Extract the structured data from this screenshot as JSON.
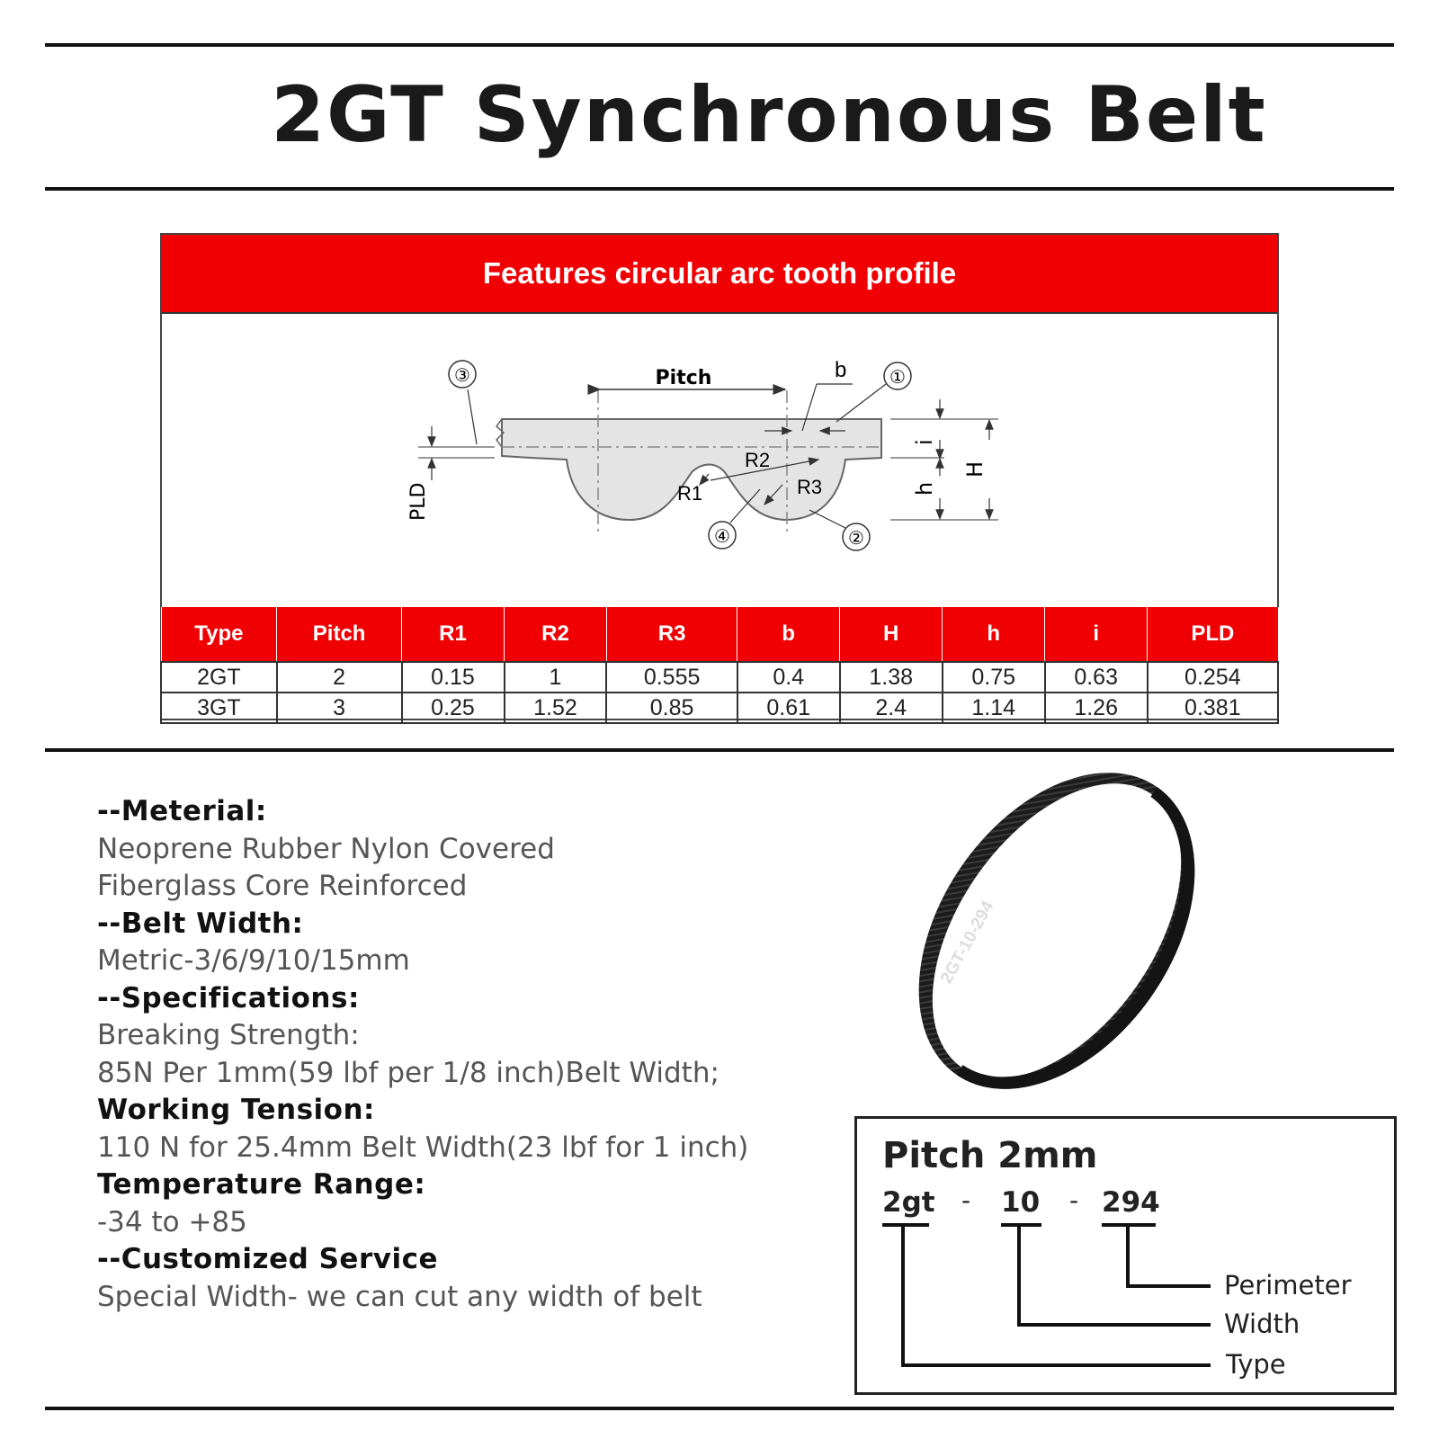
{
  "title": "2GT Synchronous Belt",
  "profile_header": "Features circular arc tooth profile",
  "diagram_labels": {
    "pitch": "Pitch",
    "b": "b",
    "r1": "R1",
    "r2": "R2",
    "r3": "R3",
    "pld": "PLD",
    "i": "i",
    "h": "h",
    "H": "H",
    "c1": "①",
    "c2": "②",
    "c3": "③",
    "c4": "④"
  },
  "spec_table": {
    "headers": [
      "Type",
      "Pitch",
      "R1",
      "R2",
      "R3",
      "b",
      "H",
      "h",
      "i",
      "PLD"
    ],
    "rows": [
      [
        "2GT",
        "2",
        "0.15",
        "1",
        "0.555",
        "0.4",
        "1.38",
        "0.75",
        "0.63",
        "0.254"
      ],
      [
        "3GT",
        "3",
        "0.25",
        "1.52",
        "0.85",
        "0.61",
        "2.4",
        "1.14",
        "1.26",
        "0.381"
      ]
    ]
  },
  "specs": [
    {
      "text": "--Meterial:",
      "kind": "head"
    },
    {
      "text": "Neoprene Rubber Nylon Covered",
      "kind": "val"
    },
    {
      "text": "Fiberglass Core Reinforced",
      "kind": "val"
    },
    {
      "text": "--Belt Width:",
      "kind": "head"
    },
    {
      "text": "Metric-3/6/9/10/15mm",
      "kind": "val"
    },
    {
      "text": "--Specifications:",
      "kind": "head"
    },
    {
      "text": "Breaking Strength:",
      "kind": "val"
    },
    {
      "text": "85N Per 1mm(59 lbf per 1/8 inch)Belt Width;",
      "kind": "val"
    },
    {
      "text": "Working Tension:",
      "kind": "head"
    },
    {
      "text": "110 N for 25.4mm Belt Width(23 lbf for 1 inch)",
      "kind": "val"
    },
    {
      "text": "Temperature Range:",
      "kind": "head"
    },
    {
      "text": "-34 to +85",
      "kind": "val"
    },
    {
      "text": "--Customized Service",
      "kind": "head"
    },
    {
      "text": "Special Width- we can cut any width of belt",
      "kind": "val"
    }
  ],
  "belt_print": "2GT-10-294",
  "code": {
    "title": "Pitch 2mm",
    "part1": "2gt",
    "sep1": "-",
    "part2": "10",
    "sep2": "-",
    "part3": "294",
    "perimeter": "Perimeter",
    "width": "Width",
    "type": "Type"
  }
}
